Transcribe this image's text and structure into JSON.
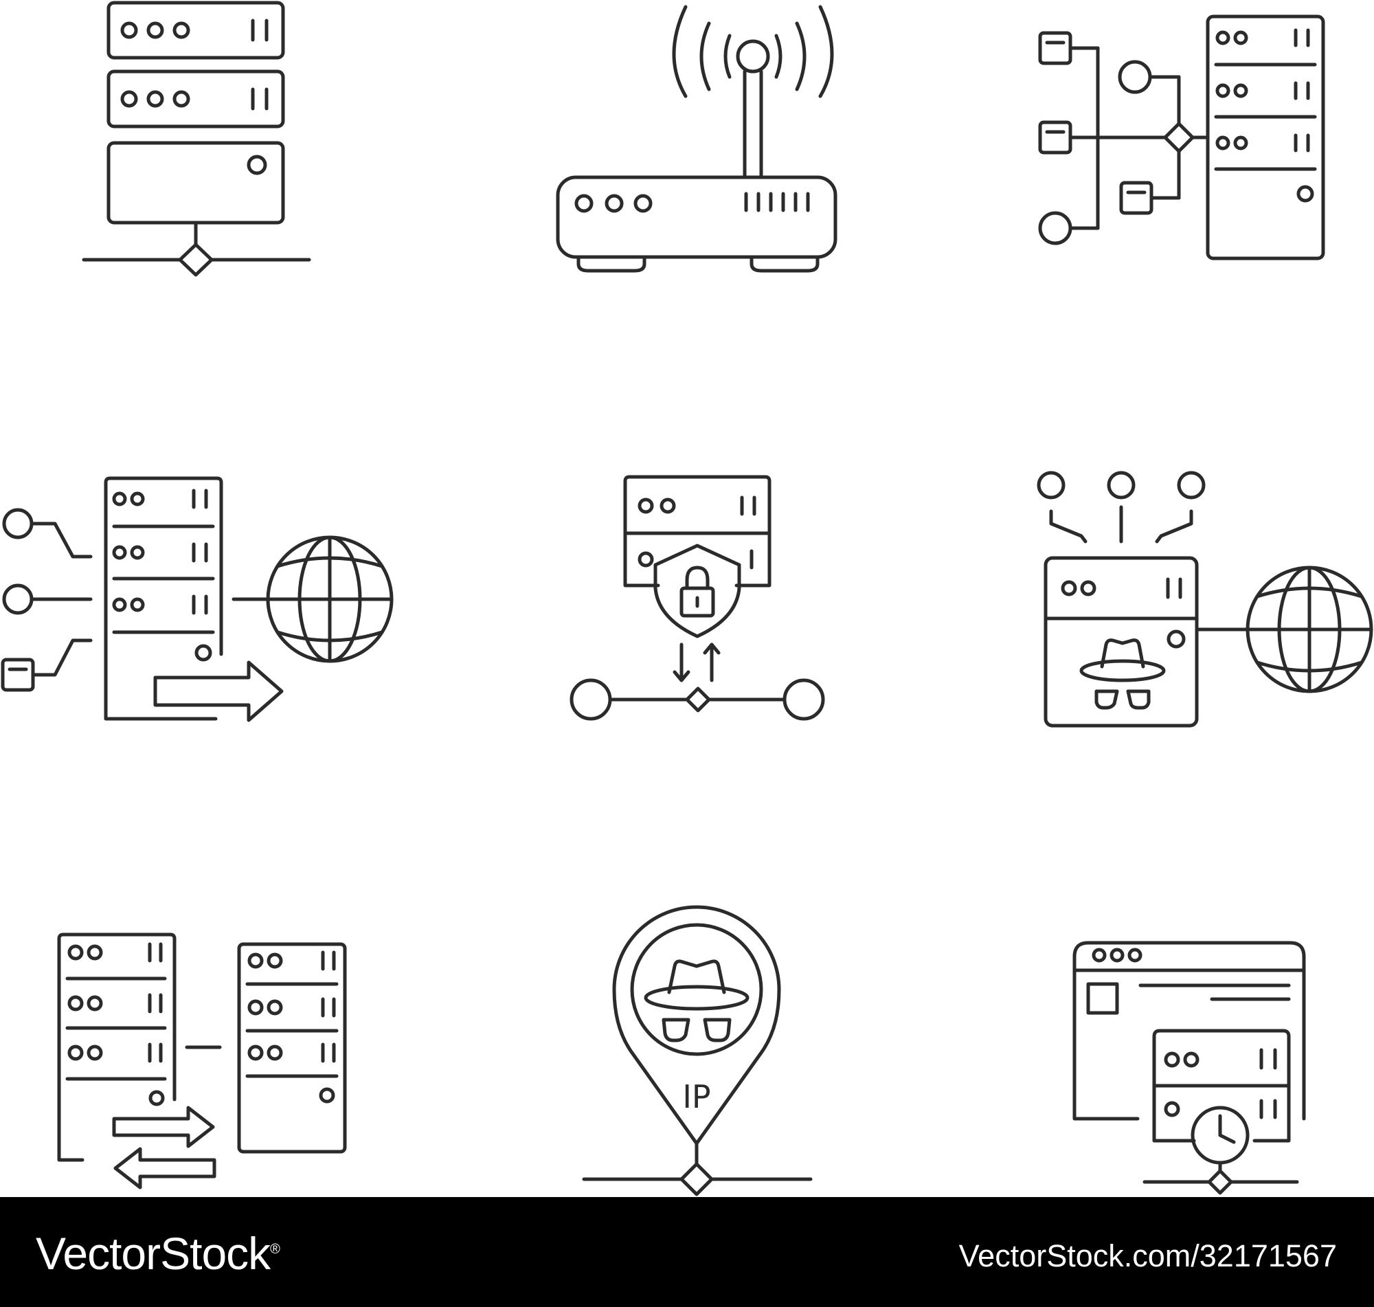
{
  "icons": {
    "ip_label": "IP"
  },
  "footer": {
    "brand": "VectorStock",
    "brand_mark": "®",
    "url": "VectorStock.com/32171567"
  },
  "colors": {
    "line": "#2b2b2b",
    "background": "#ffffff",
    "footer_bg": "#000000",
    "footer_text": "#ffffff"
  }
}
